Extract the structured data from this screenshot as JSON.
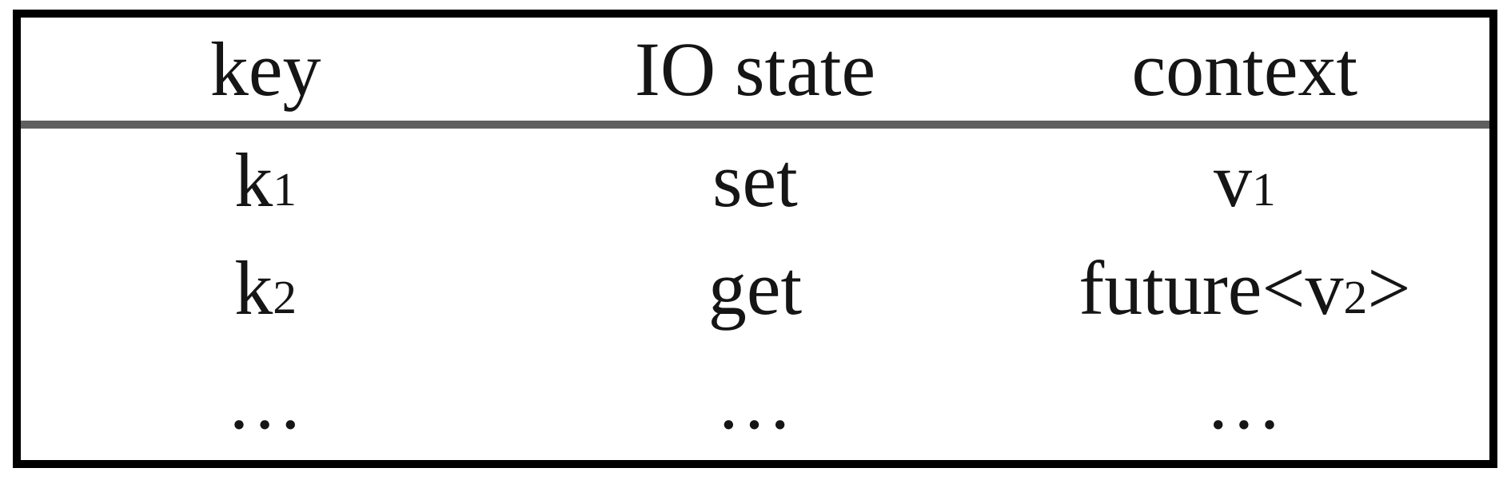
{
  "table": {
    "headers": [
      "key",
      "IO state",
      "context"
    ],
    "rows": [
      {
        "key": {
          "pre": "k",
          "sub": "1",
          "post": ""
        },
        "io_state": "set",
        "context": {
          "pre": "v",
          "sub": "1",
          "post": ""
        }
      },
      {
        "key": {
          "pre": "k",
          "sub": "2",
          "post": ""
        },
        "io_state": "get",
        "context": {
          "pre": "future<v",
          "sub": "2",
          "post": ">"
        }
      },
      {
        "key": "…",
        "io_state": "…",
        "context": "…"
      }
    ],
    "colors": {
      "border": "#000000",
      "separator": "#5e5e5e",
      "text": "#151515",
      "background": "#ffffff"
    }
  }
}
